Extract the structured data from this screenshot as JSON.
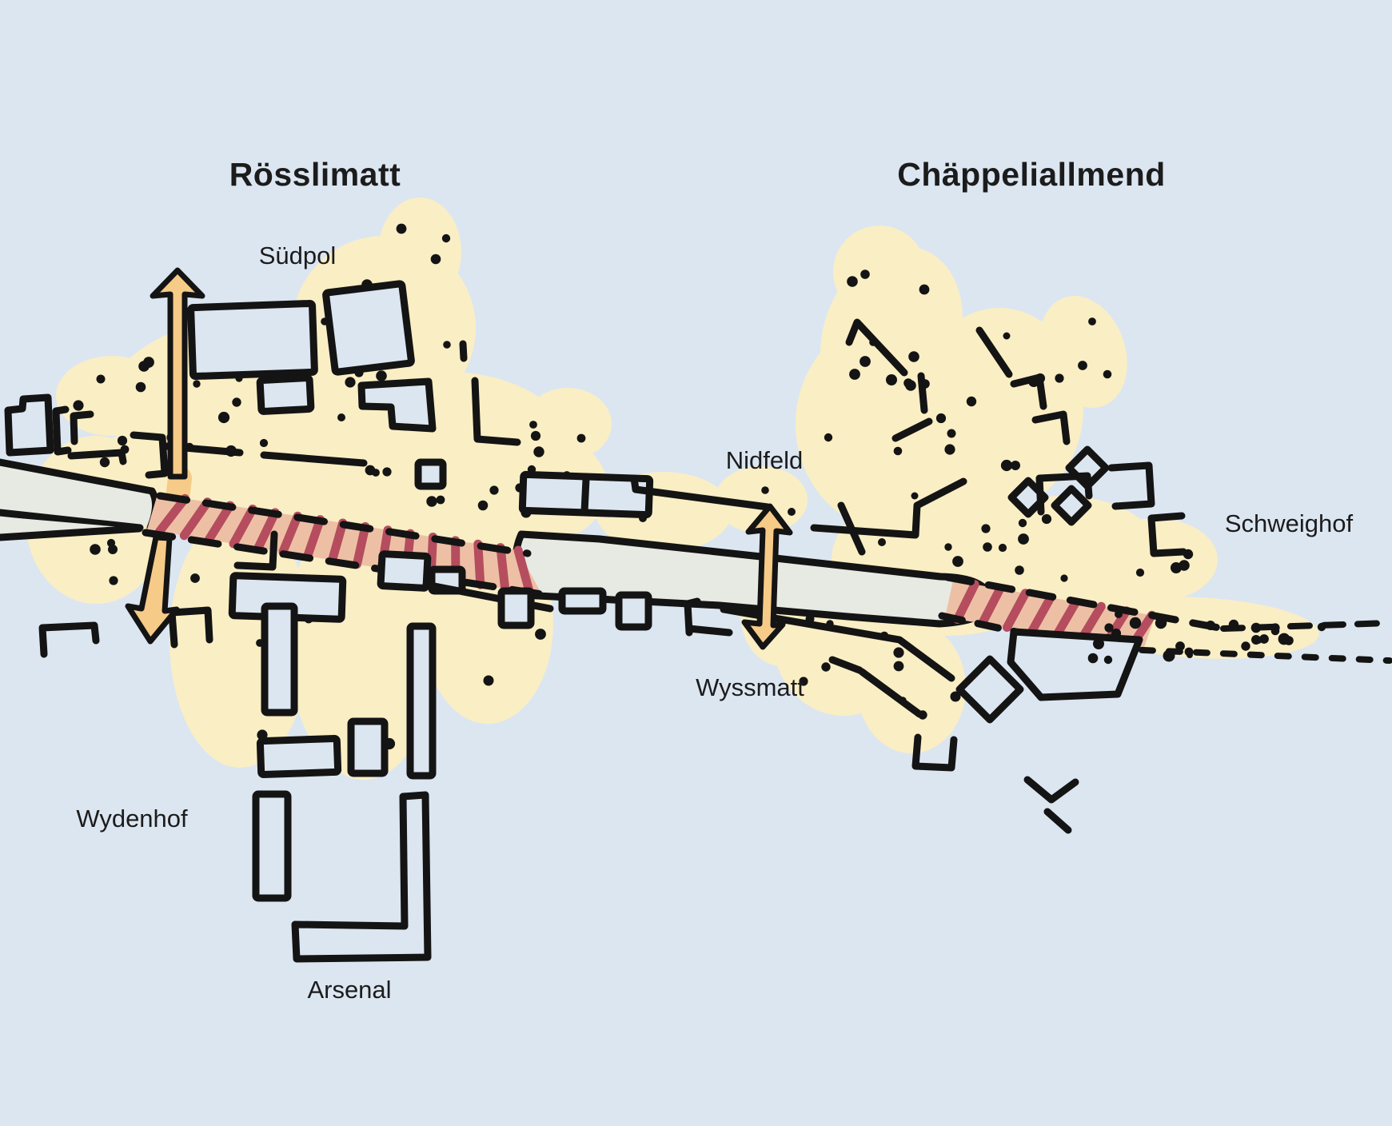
{
  "map": {
    "district_titles": {
      "left": "Rösslimatt",
      "right": "Chäppeliallmend"
    },
    "place_labels": {
      "suedpol": "Südpol",
      "nidfeld": "Nidfeld",
      "schweighof": "Schweighof",
      "wyssmatt": "Wyssmatt",
      "wydenhof": "Wydenhof",
      "arsenal": "Arsenal"
    },
    "colors": {
      "background": "#dce6f1",
      "development_area": "#faeec4",
      "rail_corridor": "#e7e9e3",
      "station_zone_fill": "#edc0a5",
      "station_zone_hatch": "#b54d5e",
      "flow_arrow_fill": "#f6cb87",
      "ink": "#141414",
      "text": "#1c1c1c"
    }
  }
}
